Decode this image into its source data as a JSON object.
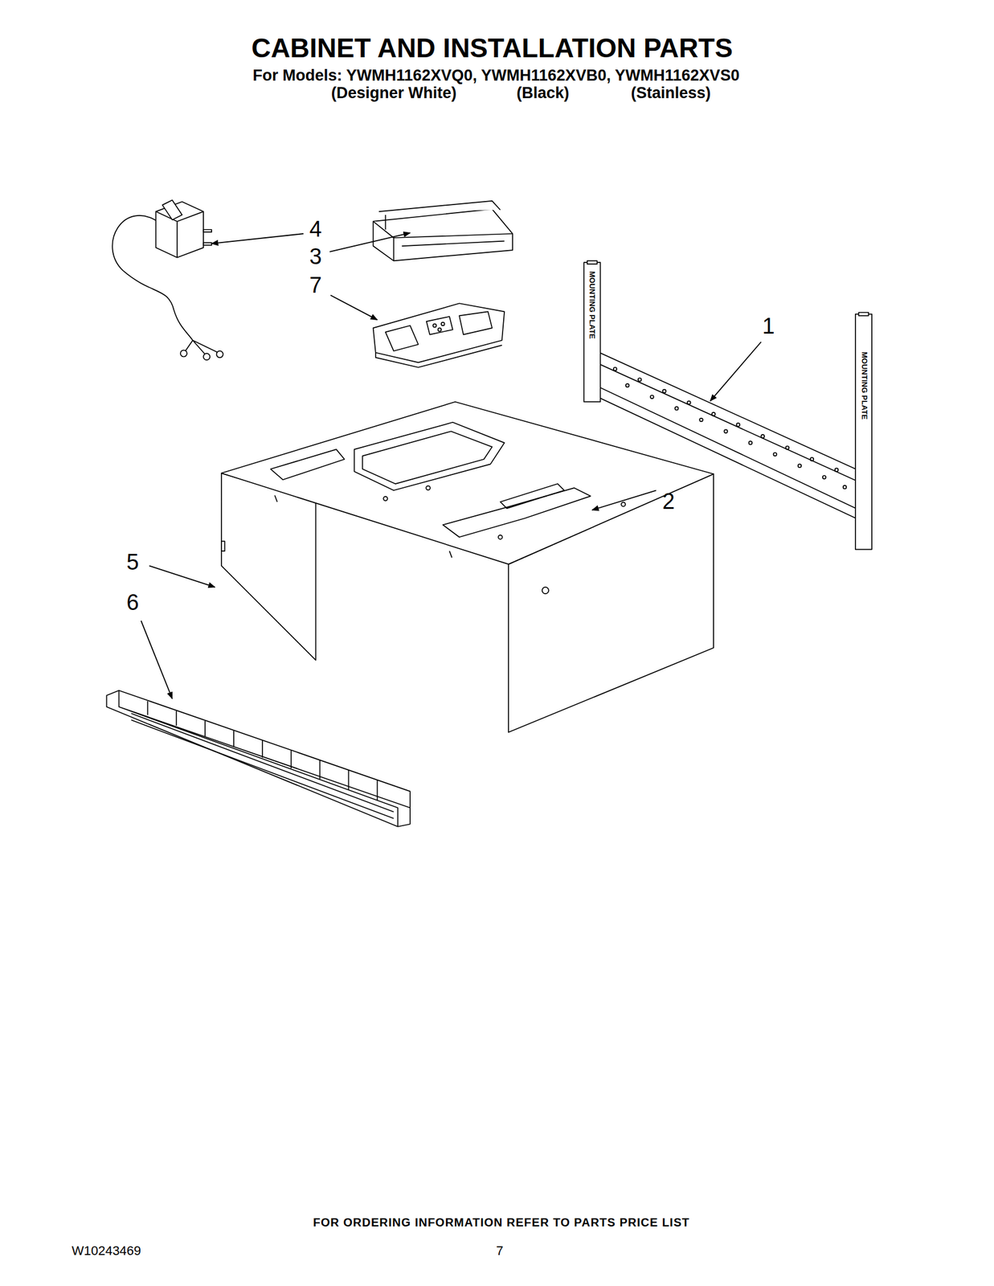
{
  "diagram": {
    "title": "CABINET AND INSTALLATION PARTS",
    "labels": [
      "For Models: YWMH1162XVQ0, YWMH1162XVB0, YWMH1162XVS0",
      "(Designer White)",
      "(Black)",
      "(Stainless)",
      "4",
      "3",
      "7",
      "1",
      "2",
      "5",
      "6",
      "MOUNTING PLATE",
      "MOUNTING PLATE",
      "FOR ORDERING INFORMATION REFER TO PARTS PRICE LIST",
      "W10243469",
      "7"
    ]
  }
}
